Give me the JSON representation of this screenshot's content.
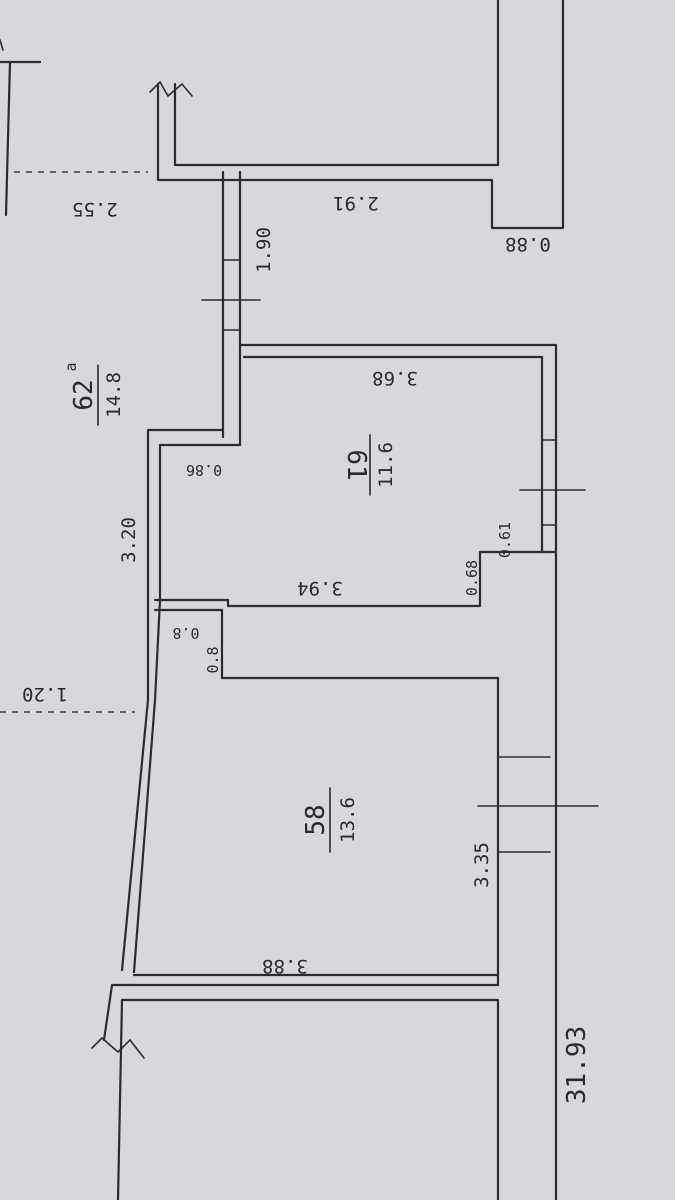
{
  "colors": {
    "paper": "#d7d8dc",
    "ink": "#2b2b30"
  },
  "labels": {
    "dim_0_88": "0.88",
    "dim_2_91": "2.91",
    "dim_2_55": "2.55",
    "dim_1_90": "1.90",
    "dim_3_68": "3.68",
    "room_a_area": "62",
    "room_a_mark": "a",
    "room_a_sub": "14.8",
    "dim_0_86": "0.86",
    "room_61_area": "61",
    "room_61_sub": "11.6",
    "dim_3_20": "3.20",
    "dim_0_61": "0.61",
    "dim_0_68": "0.68",
    "dim_3_94": "3.94",
    "dim_0_8_a": "0.8",
    "dim_0_8_b": "0.8",
    "dim_1_20": "1.20",
    "room_58_area": "58",
    "room_58_sub": "13.6",
    "dim_3_35": "3.35",
    "dim_3_88": "3.88",
    "dim_31_93": "31.93"
  }
}
